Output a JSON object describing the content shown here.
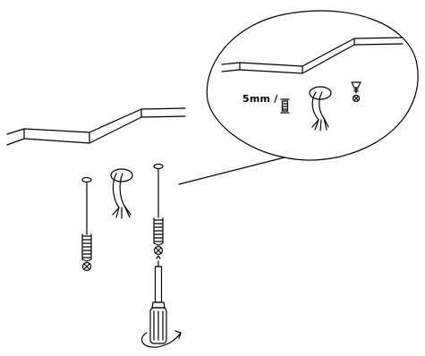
{
  "callout": {
    "label": "5mm /"
  },
  "colors": {
    "stroke": "#000000",
    "background": "#ffffff"
  },
  "icons": [
    "wall-surface-outline",
    "cable-through-hole-icon",
    "wall-anchor-plug-icon",
    "screw-icon",
    "screwdriver-icon",
    "rotation-arrow-icon",
    "magnifier-callout-bubble"
  ]
}
